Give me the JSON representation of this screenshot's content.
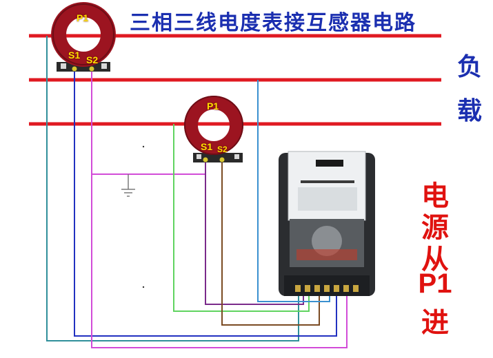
{
  "title": "三相三线电度表接互感器电路",
  "load_label": [
    "负",
    "载"
  ],
  "source_label": [
    "电",
    "源",
    "从",
    "P1",
    "进"
  ],
  "ct1": {
    "p1": "P1",
    "s1": "S1",
    "s2": "S2"
  },
  "ct2": {
    "p1": "P1",
    "s1": "S1",
    "s2": "S2"
  },
  "colors": {
    "title": "#1b2fb0",
    "busbar": "#e01a22",
    "ct_body": "#9c1420",
    "ct_label": "#ffe100",
    "source_text": "#e0120f",
    "wire_teal": "#2f8f9a",
    "wire_blue": "#2130c0",
    "wire_magenta": "#d24bd8",
    "wire_green": "#5fd35f",
    "wire_brown": "#7a4a22",
    "wire_purple": "#7a2a8a",
    "wire_skyblue": "#3a90d0"
  }
}
